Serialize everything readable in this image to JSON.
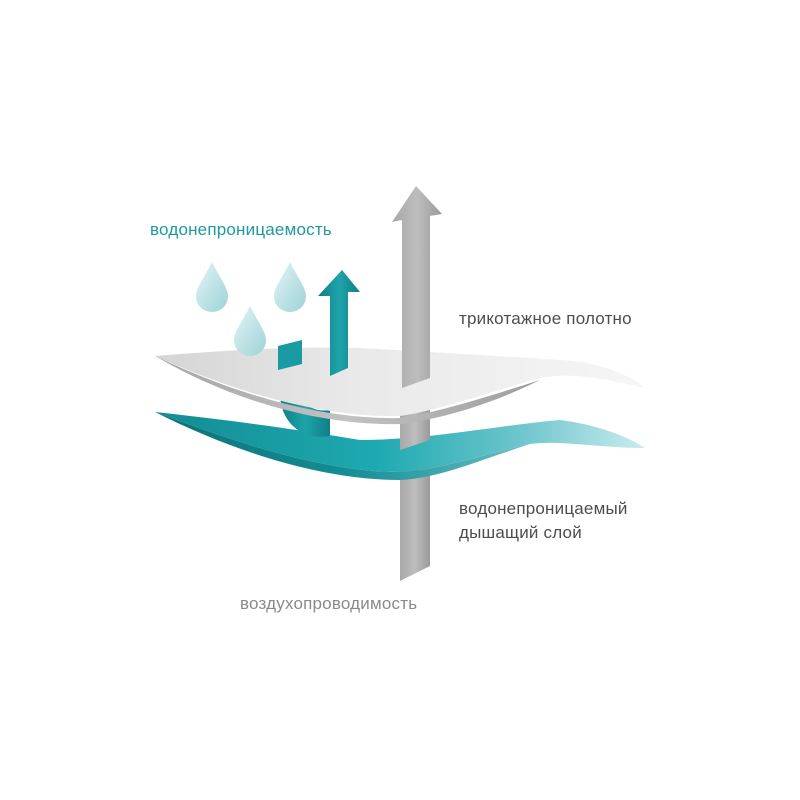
{
  "labels": {
    "waterproof": "водонепроницаемость",
    "knit_fabric": "трикотажное полотно",
    "membrane_line1": "водонепроницаемый",
    "membrane_line2": "дышащий слой",
    "breathability": "воздухопроводимость"
  },
  "colors": {
    "accent_teal": "#1c9aa0",
    "teal_dark": "#0f7f86",
    "teal_light": "#bfe6ea",
    "gray_arrow": "#9a9a9a",
    "gray_light": "#d9d9d9",
    "text_gray": "#4d4d4d",
    "label_teal": "#1c9aa0",
    "label_gray_light": "#8a8a8a"
  },
  "icons": {
    "drop": "water-drop-icon",
    "up_arrow": "up-arrow-icon"
  }
}
